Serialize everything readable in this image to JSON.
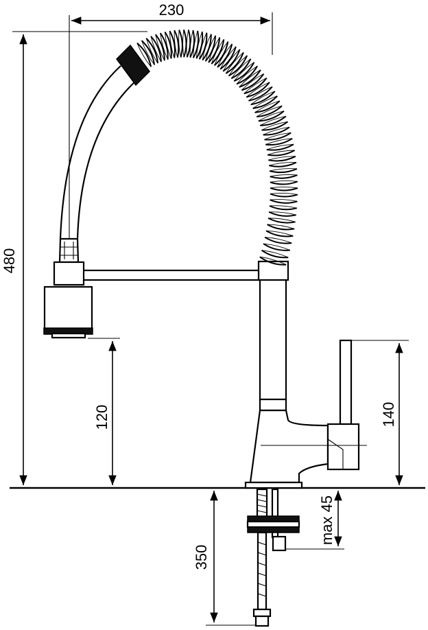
{
  "dimensions": {
    "width_top": "230",
    "height_total": "480",
    "spout_clearance": "120",
    "lever_height": "140",
    "max_deck": "max 45",
    "hose_length": "350"
  },
  "colors": {
    "line": "#000000",
    "background": "#ffffff",
    "dark_parts": "#111111"
  }
}
